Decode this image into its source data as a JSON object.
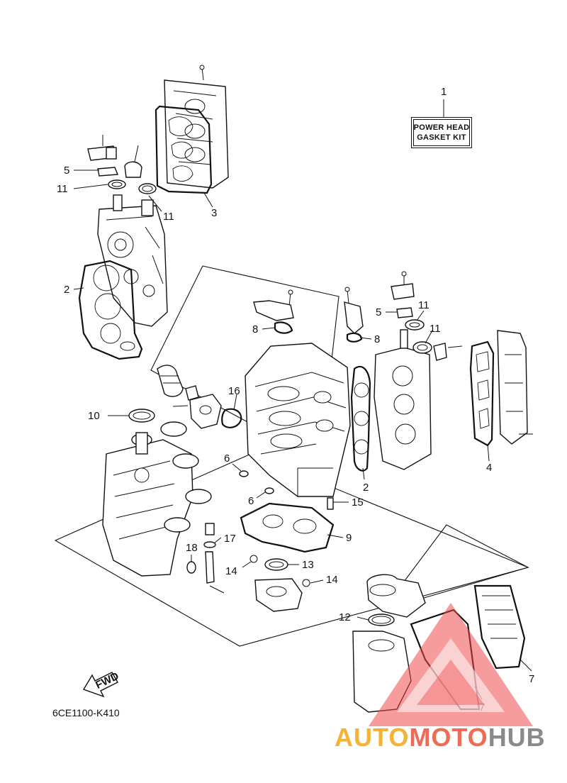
{
  "diagram": {
    "kit_label_line1": "POWER HEAD",
    "kit_label_line2": "GASKET KIT",
    "diagram_code": "6CE1100-K410",
    "fwd_label": "FWD",
    "callouts": [
      "1",
      "2",
      "2",
      "3",
      "4",
      "5",
      "5",
      "6",
      "6",
      "7",
      "7",
      "8",
      "8",
      "9",
      "10",
      "11",
      "11",
      "11",
      "11",
      "12",
      "13",
      "14",
      "14",
      "15",
      "16",
      "17",
      "18"
    ]
  },
  "watermark": {
    "part1": "AUTO",
    "part2": "MOTO",
    "part3": "HUB",
    "colors": {
      "auto": "#f5b335",
      "moto": "#ef6a57",
      "hub": "#8a8a8a",
      "triangle": "#ef4b4b"
    }
  }
}
